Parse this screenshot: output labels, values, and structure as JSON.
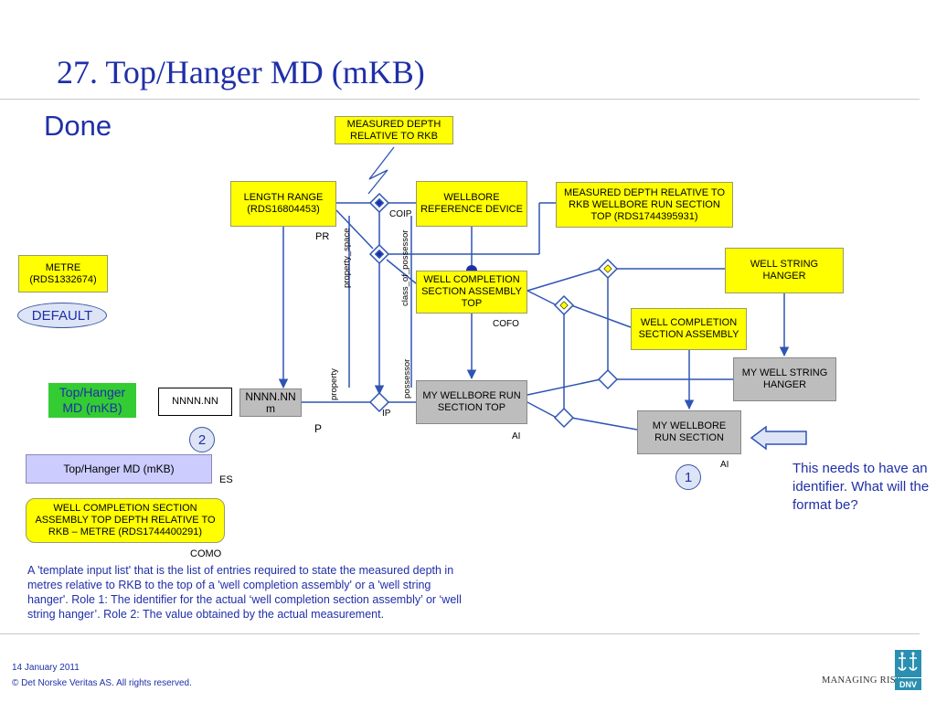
{
  "title": "27. Top/Hanger MD (mKB)",
  "subtitle": "Done",
  "boxes": {
    "measured_depth_rkb": "MEASURED DEPTH RELATIVE TO RKB",
    "length_range": "LENGTH RANGE (RDS16804453)",
    "wellbore_reference_device": "WELLBORE REFERENCE DEVICE",
    "measured_depth_run_section_top": "MEASURED DEPTH RELATIVE TO RKB WELLBORE RUN SECTION TOP (RDS1744395931)",
    "well_string_hanger": "WELL STRING HANGER",
    "metre": "METRE (RDS1332674)",
    "default": "DEFAULT",
    "wcsa_top": "WELL COMPLETION SECTION ASSEMBLY TOP",
    "wcsa": "WELL COMPLETION SECTION ASSEMBLY",
    "my_well_string_hanger": "MY WELL STRING HANGER",
    "top_hanger_green": "Top/Hanger MD (mKB)",
    "nnnn": "NNNN.NN",
    "nnnn_m": "NNNN.NN m",
    "my_wellbore_run_section_top": "MY WELLBORE RUN SECTION TOP",
    "my_wellbore_run_section": "MY WELLBORE RUN SECTION",
    "top_hanger_lavender": "Top/Hanger MD (mKB)",
    "wcsa_top_depth": "WELL COMPLETION SECTION ASSEMBLY TOP DEPTH RELATIVE TO RKB – METRE (RDS1744400291)"
  },
  "labels": {
    "coip": "COIP",
    "pr": "PR",
    "cofo": "COFO",
    "p": "P",
    "ip": "IP",
    "ai_1": "AI",
    "ai_2": "AI",
    "es": "ES",
    "como": "COMO",
    "property_space": "property_space",
    "class_of_possessor": "class_of_possessor",
    "property": "property",
    "possessor": "possessor"
  },
  "circles": {
    "one": "1",
    "two": "2"
  },
  "note": "This needs to have an identifier. What will the format be?",
  "description": "A 'template input list' that is the list of entries required to state the measured depth in metres relative to RKB to the top of a 'well completion assembly' or a 'well string hanger'. Role 1: The identifier for the actual ‘well completion section assembly’ or ‘well string hanger’. Role 2: The value obtained by the actual measurement.",
  "footer": {
    "date": "14 January 2011",
    "copyright": "© Det Norske Veritas AS. All rights reserved.",
    "tagline": "MANAGING RISK",
    "logo_text": "DNV"
  },
  "colors": {
    "title_blue": "#1f2fa8",
    "box_yellow": "#ffff00",
    "box_grey": "#bdbdbd",
    "green": "#33cc33",
    "lavender": "#ccccff",
    "line_blue": "#2f55b4",
    "dnv_teal": "#2a8fb0"
  },
  "icons": [
    "diamond-node-icon",
    "filled-diamond-node-icon",
    "dot-node-icon",
    "lightning-icon",
    "hollow-arrow-icon",
    "dnv-logo-icon"
  ]
}
